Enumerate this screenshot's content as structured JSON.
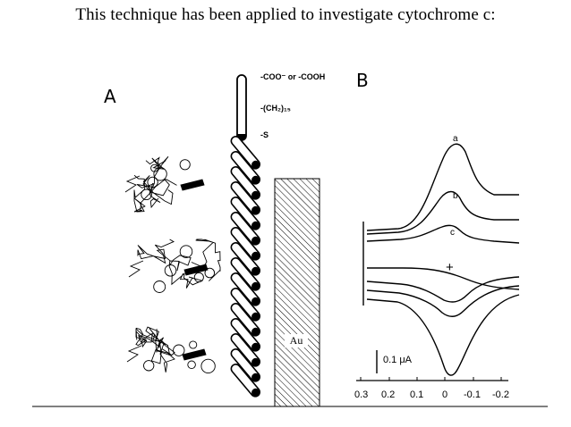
{
  "title": "This technique has been applied to investigate cytochrome c:",
  "panel_a": {
    "label": "A",
    "legend": {
      "top": "-COO⁻ or -COOH",
      "middle": "-(CH₂)₁₅",
      "bottom": "-S"
    },
    "electrode_label": "Au"
  },
  "panel_b": {
    "label": "B",
    "curve_labels": [
      "a",
      "b",
      "c",
      "+"
    ],
    "scale_bar": "0.1 μA",
    "x_ticks": [
      "0.3",
      "0.2",
      "0.1",
      "0",
      "-0.1",
      "-0.2"
    ]
  }
}
